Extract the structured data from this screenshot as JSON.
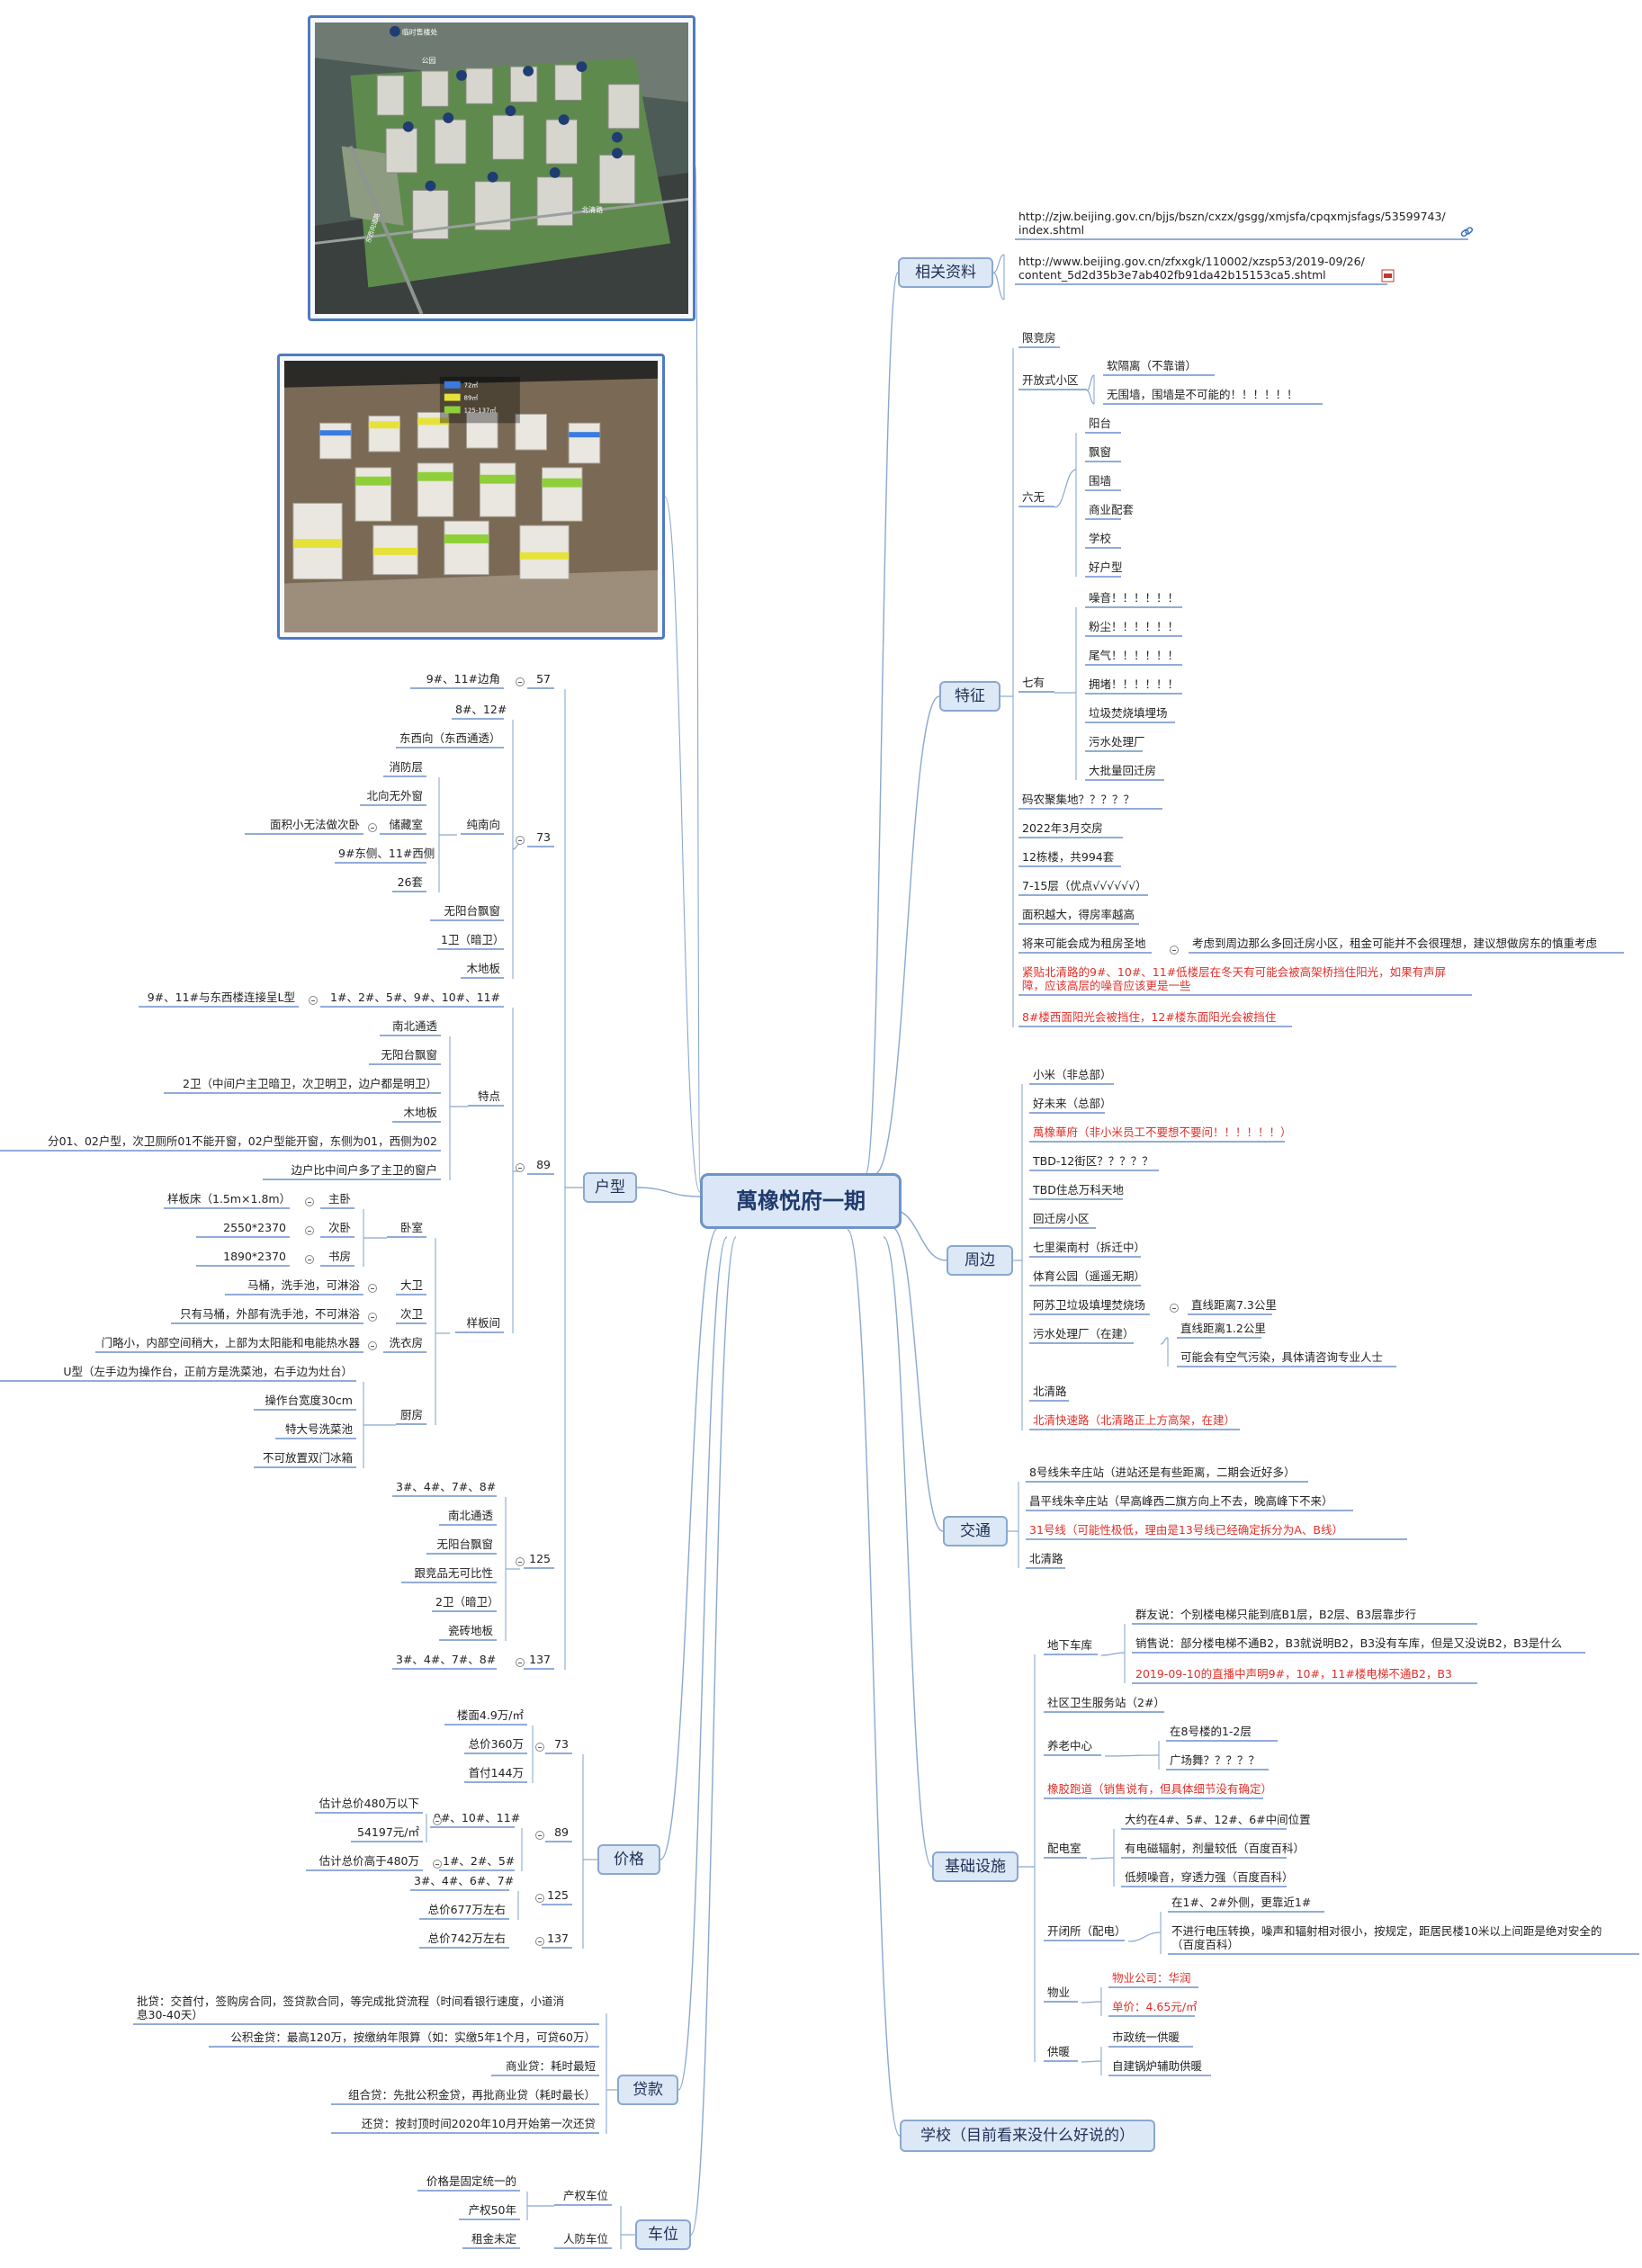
{
  "central": "萬橡悦府一期",
  "images": {
    "aerial": {
      "label_top": "临时售楼处",
      "label_road": "北清路",
      "label_side": "东西向道路",
      "label_park": "公园"
    },
    "model": {
      "legend": [
        "72㎡",
        "89㎡",
        "125-137㎡"
      ]
    }
  },
  "right": {
    "ref": {
      "title": "相关资料",
      "links": [
        "http://zjw.beijing.gov.cn/bjjs/bszn/cxzx/gsgg/xmjsfa/cpqxmjsfags/53599743/\nindex.shtml",
        "http://www.beijing.gov.cn/zfxxgk/110002/xzsp53/2019-09/26/\ncontent_5d2d35b3e7ab402fb91da42b15153ca5.shtml"
      ]
    },
    "feature": {
      "title": "特征",
      "xianjing": "限竞房",
      "kaifang": "开放式小区",
      "kaifang_items": [
        "软隔离（不靠谱）",
        "无围墙，围墙是不可能的！！！！！！"
      ],
      "liuwu": "六无",
      "liuwu_items": [
        "阳台",
        "飘窗",
        "围墙",
        "商业配套",
        "学校",
        "好户型"
      ],
      "qiyou": "七有",
      "qiyou_items": [
        "噪音！！！！！！",
        "粉尘！！！！！！",
        "尾气！！！！！！",
        "拥堵！！！！！！",
        "垃圾焚烧填埋场",
        "污水处理厂",
        "大批量回迁房"
      ],
      "items": [
        "码农聚集地？？？？？",
        "2022年3月交房",
        "12栋楼，共994套",
        "7-15层（优点√√√√√√）",
        "面积越大，得房率越高",
        "将来可能会成为租房圣地"
      ],
      "rent_note": "考虑到周边那么多回迁房小区，租金可能并不会很理想，建议想做房东的慎重考虑",
      "red1": "紧贴北清路的9#、10#、11#低楼层在冬天有可能会被高架桥挡住阳光，如果有声屏\n障，应该高层的噪音应该更是一些",
      "red2": "8#楼西面阳光会被挡住，12#楼东面阳光会被挡住"
    },
    "surround": {
      "title": "周边",
      "items": [
        "小米（非总部）",
        "好未来（总部）",
        "萬橡華府（非小米员工不要想不要问！！！！！！）",
        "TBD-12街区？？？？？",
        "TBD住总万科天地",
        "回迁房小区",
        "七里渠南村（拆迁中）",
        "体育公园（遥遥无期）",
        "阿苏卫垃圾填埋焚烧场",
        "污水处理厂（在建）",
        "北清路",
        "北清快速路（北清路正上方高架，在建）"
      ],
      "asuwei_note": "直线距离7.3公里",
      "wushui_notes": [
        "直线距离1.2公里",
        "可能会有空气污染，具体请咨询专业人士"
      ]
    },
    "traffic": {
      "title": "交通",
      "items": [
        "8号线朱辛庄站（进站还是有些距离，二期会近好多）",
        "昌平线朱辛庄站（早高峰西二旗方向上不去，晚高峰下不来）",
        "31号线（可能性极低，理由是13号线已经确定拆分为A、B线）",
        "北清路"
      ]
    },
    "infra": {
      "title": "基础设施",
      "garage": "地下车库",
      "garage_items": [
        "群友说：个别楼电梯只能到底B1层，B2层、B3层靠步行",
        "销售说：部分楼电梯不通B2，B3就说明B2，B3没有车库，但是又没说B2，B3是什么",
        "2019-09-10的直播中声明9#，10#，11#楼电梯不通B2，B3"
      ],
      "health": "社区卫生服务站（2#）",
      "elder": "养老中心",
      "elder_items": [
        "在8号楼的1-2层",
        "广场舞？？？？？"
      ],
      "track": "橡胶跑道（销售说有，但具体细节没有确定）",
      "power": "配电室",
      "power_items": [
        "大约在4#、5#、12#、6#中间位置",
        "有电磁辐射，剂量较低（百度百科）",
        "低频噪音，穿透力强（百度百科）"
      ],
      "kbs": "开闭所（配电）",
      "kbs_items": [
        "在1#、2#外侧，更靠近1#",
        "不进行电压转换，噪声和辐射相对很小，按规定，距居民楼10米以上间距是绝对安全的\n（百度百科）"
      ],
      "wuye": "物业",
      "wuye_items": [
        "物业公司：华润",
        "单价：4.65元/㎡"
      ],
      "heat": "供暖",
      "heat_items": [
        "市政统一供暖",
        "自建锅炉辅助供暖"
      ]
    },
    "school": {
      "title": "学校（目前看来没什么好说的）"
    }
  },
  "left": {
    "huxing": {
      "title": "户型",
      "s57": {
        "label": "57",
        "child": "9#、11#边角"
      },
      "s73": {
        "label": "73",
        "items": [
          "8#、12#",
          "东西向（东西通透）"
        ],
        "chunan": "纯南向",
        "chunan_items": [
          "消防层",
          "北向无外窗",
          "储藏室",
          "9#东侧、11#西侧",
          "26套"
        ],
        "chuzang_note": "面积小无法做次卧",
        "tail": [
          "无阳台飘窗",
          "1卫（暗卫）",
          "木地板"
        ]
      },
      "s89": {
        "label": "89",
        "buildings": "1#、2#、5#、9#、10#、11#",
        "buildings_note": "9#、11#与东西楼连接呈L型",
        "tedian": "特点",
        "tedian_items": [
          "南北通透",
          "无阳台飘窗",
          "2卫（中间户主卫暗卫，次卫明卫，边户都是明卫）",
          "木地板",
          "分01、02户型，次卫厕所01不能开窗，02户型能开窗，东侧为01，西侧为02",
          "边户比中间户多了主卫的窗户"
        ],
        "yangban": "样板间",
        "woshi": "卧室",
        "woshi_items": [
          "主卧",
          "次卧",
          "书房"
        ],
        "woshi_notes": [
          "样板床（1.5m×1.8m）",
          "2550*2370",
          "1890*2370"
        ],
        "dawei": "大卫",
        "dawei_note": "马桶，洗手池，可淋浴",
        "ciwei": "次卫",
        "ciwei_note": "只有马桶，外部有洗手池，不可淋浴",
        "xiyi": "洗衣房",
        "xiyi_note": "门略小，内部空间稍大，上部为太阳能和电能热水器",
        "chufang": "厨房",
        "chufang_note": "U型（左手边为操作台，正前方是洗菜池，右手边为灶台）",
        "chufang_items": [
          "操作台宽度30cm",
          "特大号洗菜池",
          "不可放置双门冰箱"
        ]
      },
      "s125": {
        "label": "125",
        "buildings": "3#、4#、7#、8#",
        "items": [
          "南北通透",
          "无阳台飘窗",
          "跟竞品无可比性",
          "2卫（暗卫）",
          "瓷砖地板"
        ]
      },
      "s137": {
        "label": "137",
        "buildings": "3#、4#、7#、8#"
      }
    },
    "price": {
      "title": "价格",
      "p73": {
        "label": "73",
        "items": [
          "楼面4.9万/㎡",
          "总价360万",
          "首付144万"
        ]
      },
      "p89": {
        "label": "89",
        "a": "9#、10#、11#",
        "a_notes": [
          "估计总价480万以下",
          "54197元/㎡"
        ],
        "b": "1#、2#、5#",
        "b_note": "估计总价高于480万"
      },
      "p125": {
        "label": "125",
        "items": [
          "3#、4#、6#、7#",
          "总价677万左右"
        ]
      },
      "p137": {
        "label": "137",
        "items": [
          "总价742万左右"
        ]
      }
    },
    "loan": {
      "title": "贷款",
      "items": [
        "批贷：交首付，签购房合同，签贷款合同，等完成批贷流程（时间看银行速度，小道消\n息30-40天）",
        "公积金贷：最高120万，按缴纳年限算（如：实缴5年1个月，可贷60万）",
        "商业贷：耗时最短",
        "组合贷：先批公积金贷，再批商业贷（耗时最长）",
        "还贷：按封顶时间2020年10月开始第一次还贷"
      ]
    },
    "parking": {
      "title": "车位",
      "chanquan": "产权车位",
      "chanquan_items": [
        "价格是固定统一的",
        "产权50年"
      ],
      "renfang": "人防车位",
      "renfang_items": [
        "租金未定"
      ]
    }
  },
  "colors": {
    "line": "#8aa8cf",
    "underline": "#4f7bc0",
    "red": "#e0302a",
    "topic_fill": "#dde8f6"
  }
}
